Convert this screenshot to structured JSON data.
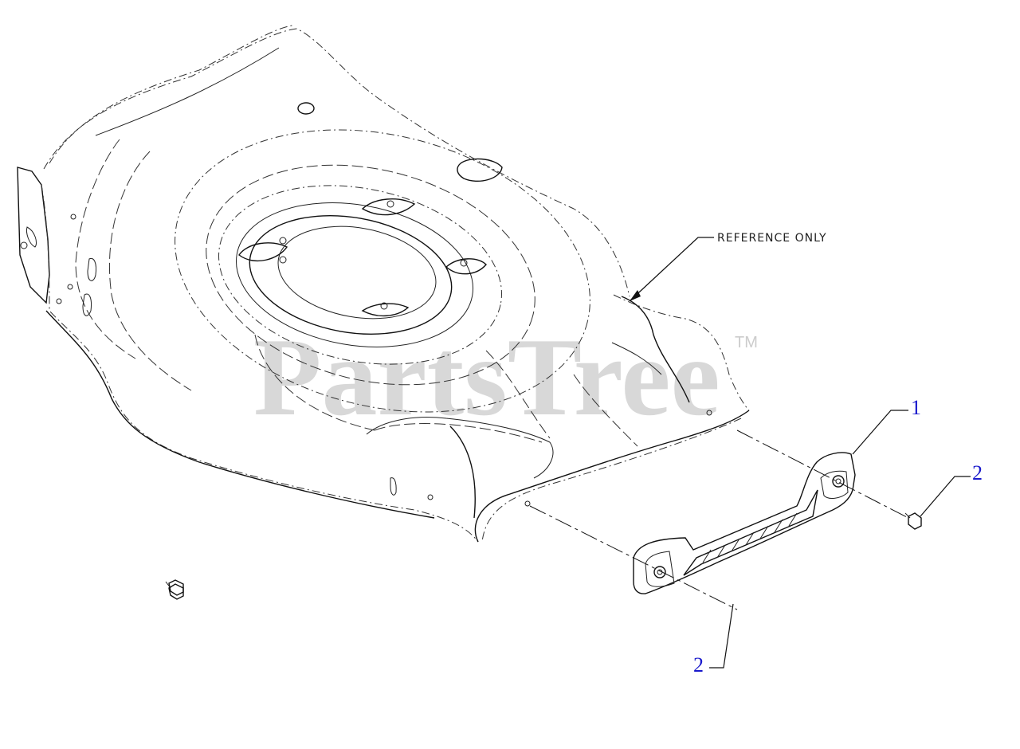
{
  "diagram": {
    "reference_label": "REFERENCE ONLY",
    "watermark": {
      "text": "PartsTree",
      "tm": "TM"
    },
    "callouts": [
      {
        "id": "callout-1",
        "label": "1"
      },
      {
        "id": "callout-2-right",
        "label": "2"
      },
      {
        "id": "callout-2-bottom",
        "label": "2"
      }
    ]
  }
}
